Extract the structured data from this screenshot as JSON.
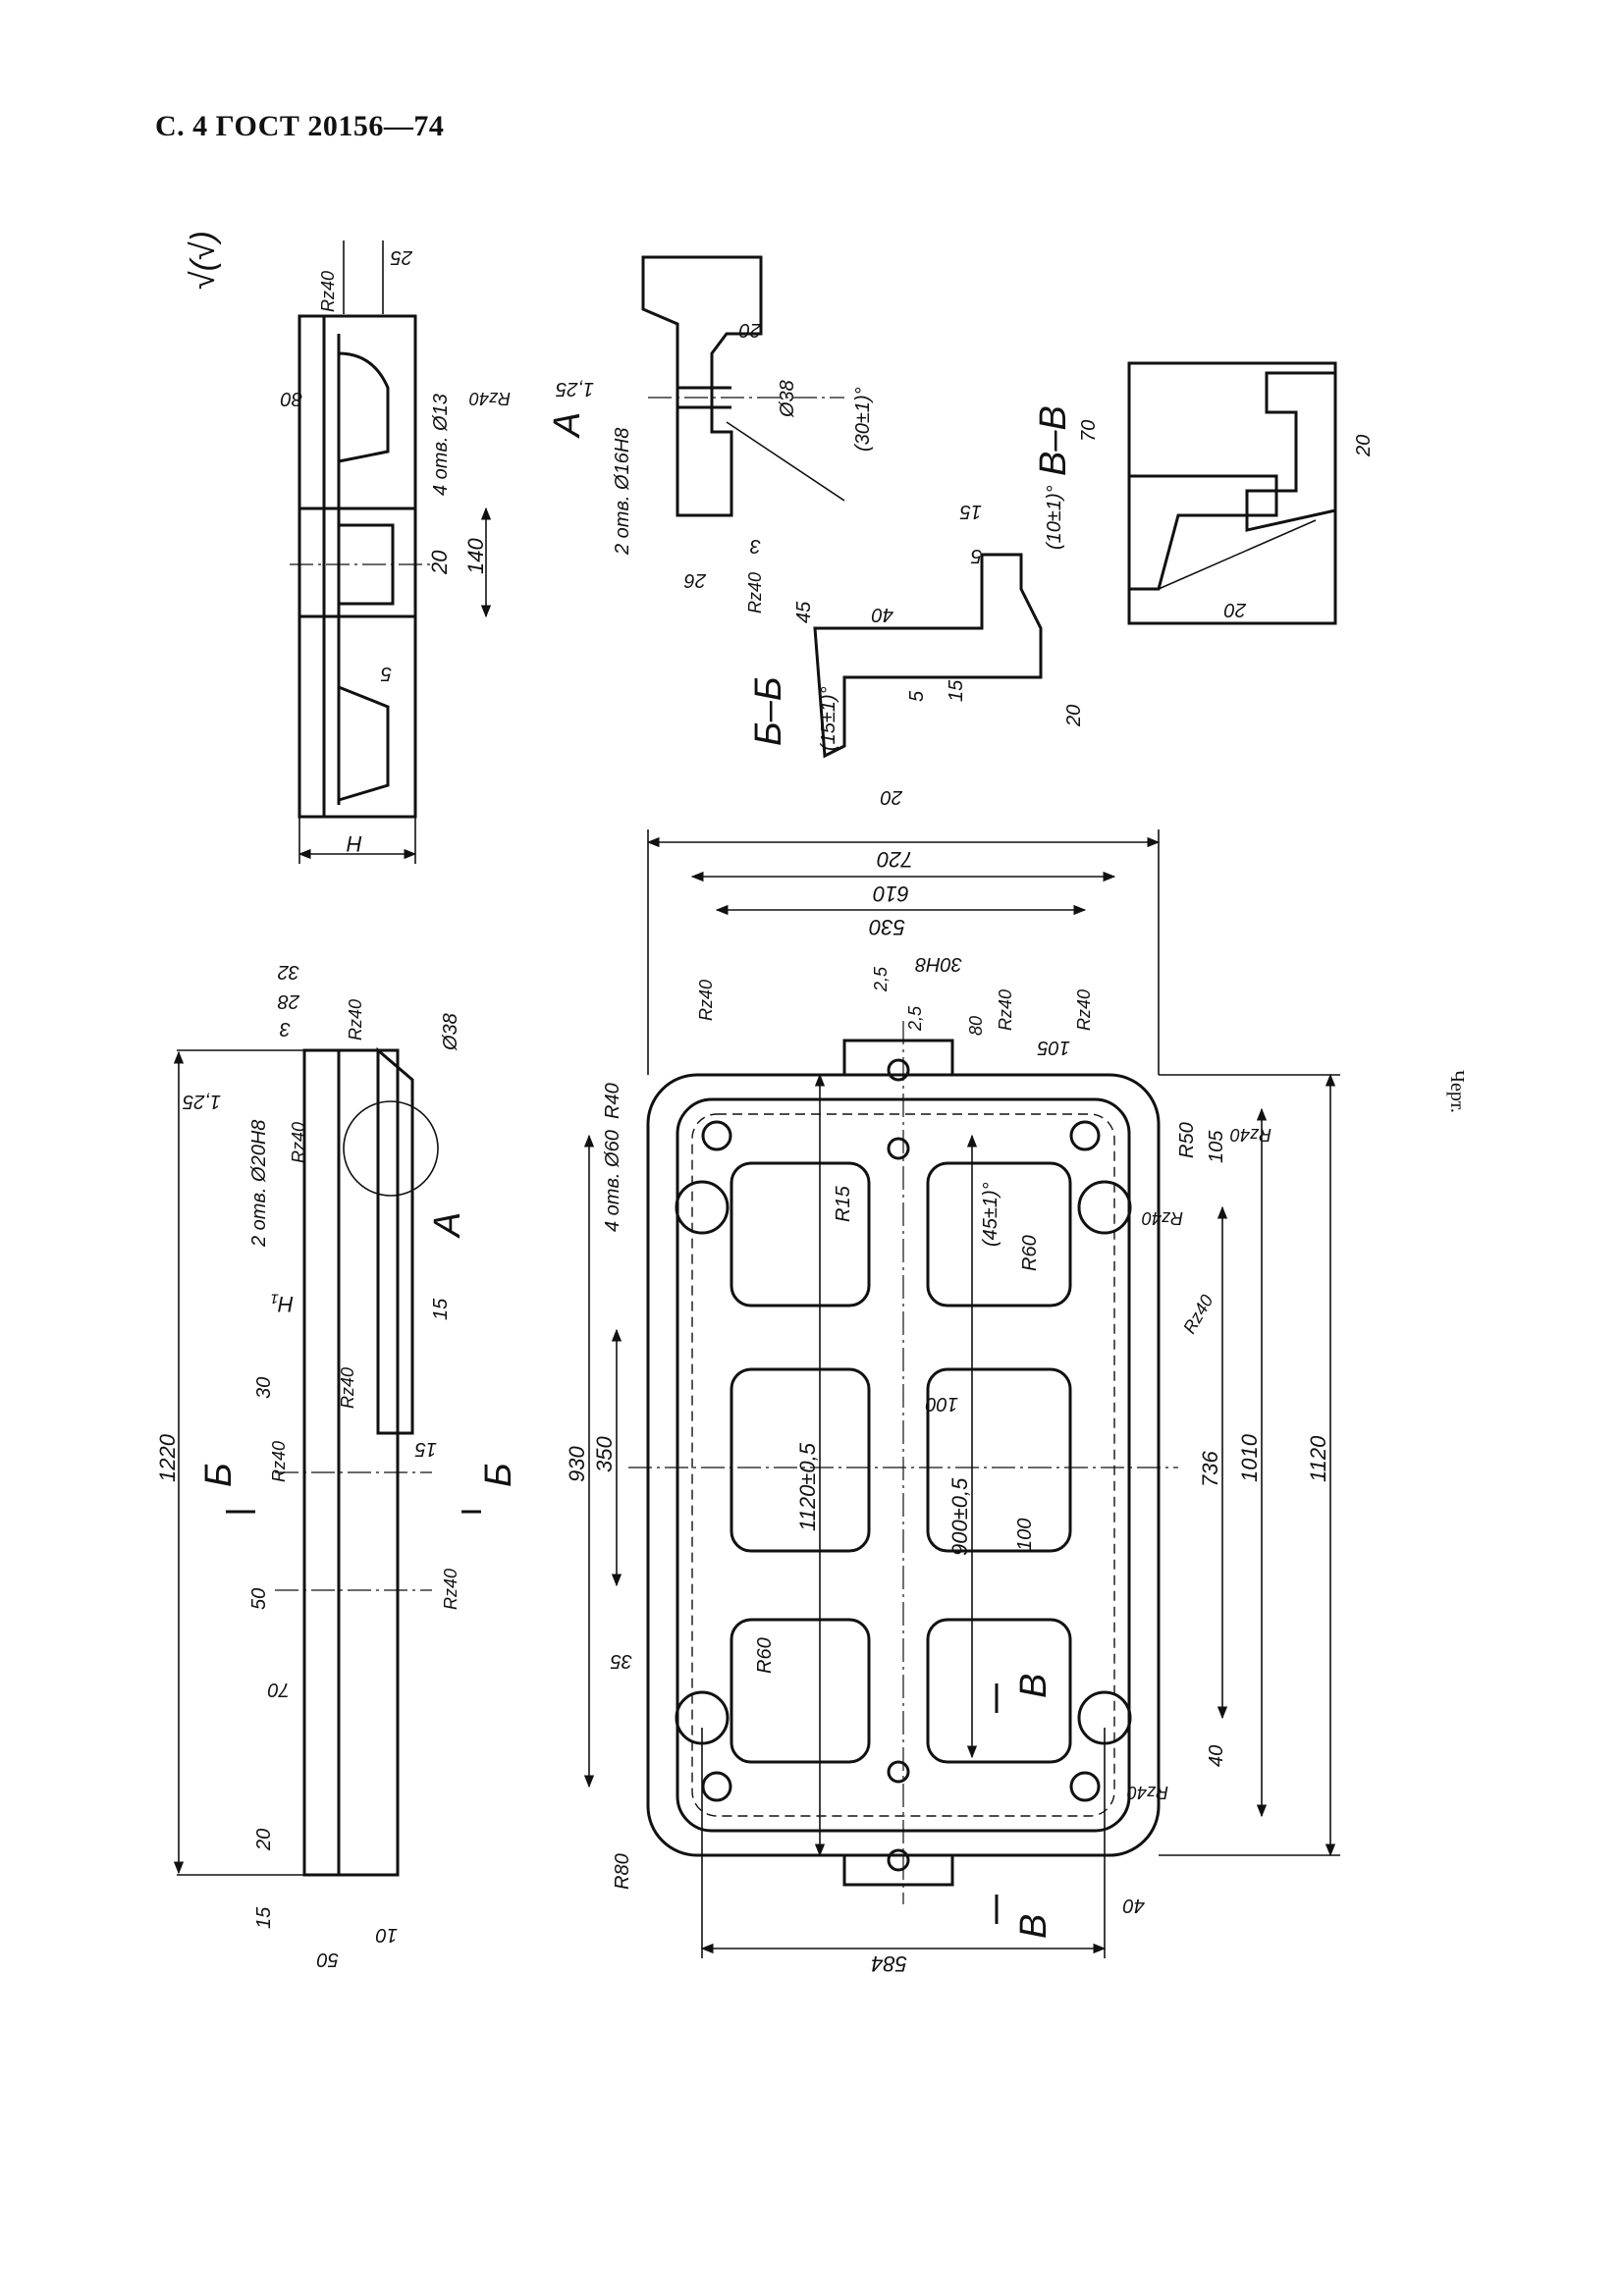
{
  "header": "С. 4 ГОСТ 20156—74",
  "figure_caption": "Черт.",
  "views": {
    "section_bb": "Б–Б",
    "section_vv": "В–В",
    "detail_a": "А",
    "cut_mark_b": "Б",
    "cut_mark_v": "В"
  },
  "roughness_symbol": "√(√)",
  "plan_dimensions": {
    "d720": "720",
    "d610": "610",
    "d530": "530",
    "d30h8": "30H8",
    "d584": "584",
    "d1120": "1120",
    "d1010": "1010",
    "d736": "736",
    "d930": "930",
    "d350": "350",
    "d1120_tol": "1120±0,5",
    "d900_tol": "900±0,5",
    "d100a": "100",
    "d100b": "100",
    "d105a": "105",
    "d105b": "105",
    "d80": "80",
    "d35": "35",
    "d40a": "40",
    "d40b": "40",
    "d2_5a": "2,5",
    "d2_5b": "2,5",
    "r40": "R40",
    "r80": "R80",
    "r15": "R15",
    "r60a": "R60",
    "r60b": "R60",
    "r50": "R50",
    "angle45": "(45±1)°",
    "holes60": "4 отв. Ø60",
    "rz40_p1": "Rz40",
    "rz40_p2": "Rz40",
    "rz40_p3": "Rz40",
    "rz40_p4": "Rz40",
    "rz40_p5": "Rz40",
    "rz40_p6": "Rz40",
    "rz40_p7": "Rz40"
  },
  "side_dimensions": {
    "d1220": "1220",
    "d1_25": "1,25",
    "d32": "32",
    "d28": "28",
    "d3": "3",
    "d38": "Ø38",
    "holes20": "2 отв. Ø20H8",
    "h1": "H₁",
    "d30": "30",
    "d15a": "15",
    "d15b": "15",
    "d50a": "50",
    "d70": "70",
    "d20": "20",
    "d15c": "15",
    "d10": "10",
    "d50b": "50",
    "rz40_s1": "Rz40",
    "rz40_s2": "Rz40",
    "rz40_s3": "Rz40",
    "rz40_s4": "Rz40",
    "rz40_s5": "Rz40"
  },
  "top_view_dimensions": {
    "d25": "25",
    "d80": "80",
    "holes13": "4 отв. Ø13",
    "d20": "20",
    "d140": "140",
    "d5": "5",
    "h": "H",
    "rz40_t1": "Rz40",
    "rz40_t2": "Rz40"
  },
  "detail_a_dimensions": {
    "d20": "20",
    "d38": "Ø38",
    "angle30": "(30±1)°",
    "d1_25": "1,25",
    "holes16": "2 отв. Ø16H8",
    "d26": "26",
    "d3": "3"
  },
  "section_bb_dimensions": {
    "d15a": "15",
    "d5a": "5",
    "angle10": "(10±1)°",
    "d45": "45",
    "d40": "40",
    "d5b": "5",
    "d15b": "15",
    "d20a": "20",
    "angle15": "(15±1)°",
    "d20b": "20",
    "rz40": "Rz40"
  },
  "section_vv_dimensions": {
    "d70": "70",
    "d20a": "20",
    "d20b": "20"
  }
}
